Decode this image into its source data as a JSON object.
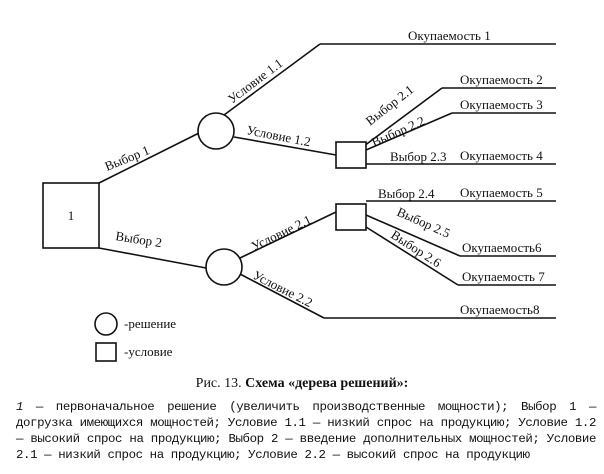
{
  "root_label": "1",
  "choices": {
    "c1": "Выбор 1",
    "c2": "Выбор 2",
    "c21": "Выбор 2.1",
    "c22": "Выбор 2.2",
    "c23": "Выбор 2.3",
    "c24": "Выбор 2.4",
    "c25": "Выбор 2.5",
    "c26": "Выбор 2.6"
  },
  "conditions": {
    "u11": "Условие 1.1",
    "u12": "Условие 1.2",
    "u21": "Условие 2.1",
    "u22": "Условие 2.2"
  },
  "payoffs": [
    "Окупаемость 1",
    "Окупаемость 2",
    "Окупаемость 3",
    "Окупаемость 4",
    "Окупаемость 5",
    "Окупаемость6",
    "Окупаемость 7",
    "Окупаемость8"
  ],
  "legend": {
    "circle": "-решение",
    "square": "-условие"
  },
  "caption": {
    "prefix": "Рис. 13.",
    "title": "Схема «дерева решений»:"
  },
  "description": {
    "lead": "1",
    "text": " — первоначальное решение (увеличить производственные мощности); Выбор 1 — догрузка имеющихся мощностей; Условие 1.1 — низкий спрос на продукцию; Условие 1.2 — высокий спрос на продукцию; Выбор 2 — введение дополнительных мощностей; Условие 2.1 — низкий спрос на продукцию; Условие 2.2 — высокий спрос на продукцию"
  }
}
